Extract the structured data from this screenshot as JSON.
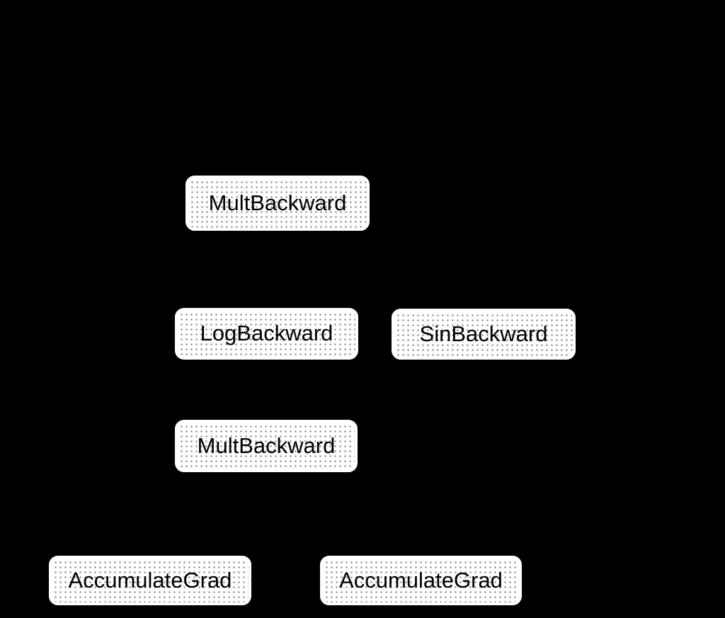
{
  "graph": {
    "background_color": "#000000",
    "node_fill_color": "#ffffff",
    "node_pattern_dot_color": "#8c8c8c",
    "node_text_color": "#000000",
    "nodes": [
      {
        "label": "MultBackward"
      },
      {
        "label": "LogBackward"
      },
      {
        "label": "SinBackward"
      },
      {
        "label": "MultBackward"
      },
      {
        "label": "AccumulateGrad"
      },
      {
        "label": "AccumulateGrad"
      }
    ]
  }
}
